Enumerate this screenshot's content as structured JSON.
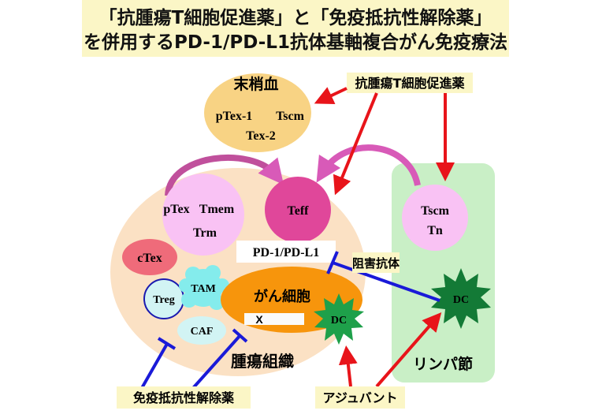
{
  "title": {
    "line1": "「抗腫瘍T細胞促進薬」と「免疫抵抗性解除薬」",
    "line2": "を併用するPD-1/PD-L1抗体基軸複合がん免疫療法"
  },
  "peripheral_blood": {
    "label": "末梢血",
    "cells": [
      "pTex-1",
      "Tscm",
      "Tex-2"
    ]
  },
  "antitumor_drug_label": "抗腫瘍T細胞促進薬",
  "tumor": {
    "label": "腫瘍組織",
    "cells": {
      "pTex": "pTex",
      "Tmem": "Tmem",
      "Trm": "Trm",
      "Teff": "Teff",
      "cTex": "cTex",
      "Treg": "Treg",
      "TAM": "TAM",
      "CAF": "CAF",
      "DC": "DC"
    },
    "checkpoint": "PD-1/PD-L1",
    "cancer_cell": "がん細胞",
    "x_mark": "X"
  },
  "lymph_node": {
    "label": "リンパ節",
    "cells": [
      "Tscm",
      "Tn"
    ],
    "dc": "DC"
  },
  "blocking_antibody": "阻害抗体",
  "immune_resistance_drug": "免疫抵抗性解除薬",
  "adjuvant": "アジュバント",
  "colors": {
    "title_bg": "#fbf6c6",
    "tumor_bg": "#fbe1c4",
    "lymph_bg": "#c9efc6",
    "arrow_red": "#e8141a",
    "inhibit_blue": "#1a1ad8"
  }
}
